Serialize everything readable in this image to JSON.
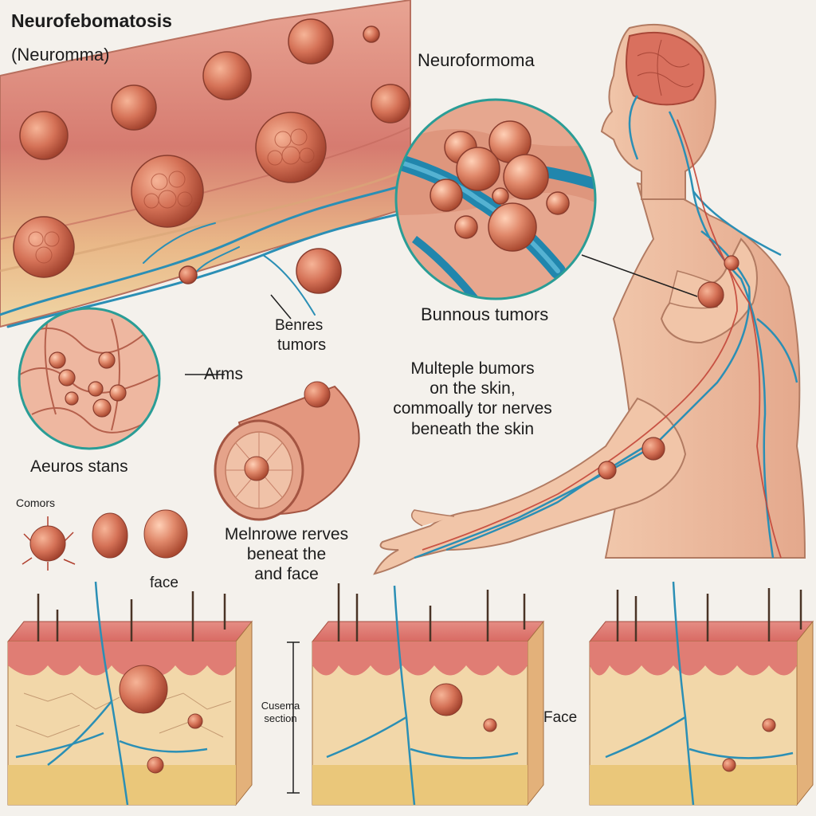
{
  "labels": {
    "title": "Neurofebomatosis",
    "subtitle": "(Neuromma)",
    "neurofibroma": "Neuroformoma",
    "bumnous_tumors": "Bunnous tumors",
    "berres": "Benres",
    "tumors": "tumors",
    "arms": "Arms",
    "aeuros_stains": "Aeuros stans",
    "comors": "Comors",
    "face_small": "face",
    "description_line1": "Multeple bumors",
    "description_line2": "on the skin,",
    "description_line3": "commoally tor nerves",
    "description_line4": "beneath the skin",
    "mel_line1": "Melnrowe rerves",
    "mel_line2": "beneat the",
    "mel_line3": "and face",
    "section_line1": "Cusema",
    "section_line2": "section",
    "face_right": "Face"
  },
  "colors": {
    "skin": "#e9a98e",
    "tissue": "#d98276",
    "tumor": "#c9644a",
    "nerve": "#2b8fb5",
    "fat": "#edcf88",
    "dermis": "#f2d7a9",
    "outline": "#8a3d2e"
  }
}
